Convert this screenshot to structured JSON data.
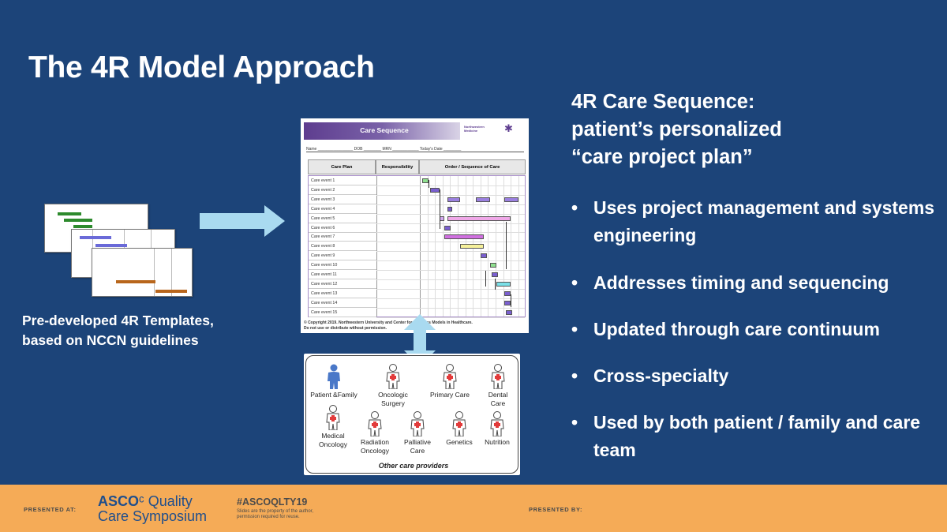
{
  "slide": {
    "title": "The 4R Model Approach",
    "templates_caption": [
      "Pre-developed 4R Templates,",
      "based on NCCN guidelines"
    ]
  },
  "care_sequence": {
    "title": "Care Sequence",
    "logo_text": "Northwestern Medicine",
    "fields": "Name ________________ DOB ________ MRN ____________ Today's Date ________",
    "columns": [
      "Care Plan",
      "Responsibility",
      "Order / Sequence of Care"
    ],
    "rows": [
      "Care event 1",
      "Care event 2",
      "Care event 3",
      "Care event 4",
      "Care event 5",
      "Care event 6",
      "Care event 7",
      "Care event 8",
      "Care event 9",
      "Care event 10",
      "Care event 11",
      "Care event 12",
      "Care event 13",
      "Care event 14",
      "Care event 15"
    ],
    "footer": [
      "© Copyright 2019. Northwestern University and Center for Business Models in Healthcare.",
      "Do not use or distribute without permission."
    ]
  },
  "providers": {
    "people": [
      "Patient &Family",
      "Oncologic Surgery",
      "Primary Care",
      "Dental Care",
      "Medical Oncology",
      "Radiation Oncology",
      "Palliative Care",
      "Genetics",
      "Nutrition"
    ],
    "caption": "Other care providers"
  },
  "right_panel": {
    "heading": [
      "4R Care Sequence:",
      "patient’s personalized",
      "“care project plan”"
    ],
    "bullets": [
      "Uses project management and systems engineering",
      "Addresses timing and sequencing",
      "Updated through care continuum",
      "Cross-specialty",
      "Used by both patient / family and care team"
    ]
  },
  "footer": {
    "presented_at": "PRESENTED AT:",
    "asco_brand": "ASCO",
    "asco_quality": "Quality",
    "asco_symposium": "Care Symposium",
    "hashtag": "#ASCOQLTY19",
    "disclaimer": [
      "Slides are the property of the author,",
      "permission required for reuse."
    ],
    "presented_by": "PRESENTED BY:"
  },
  "colors": {
    "background": "#1c4479",
    "footer_band": "#f5ab57",
    "arrow": "#a9daf0",
    "asco_blue": "#1f4e8c"
  }
}
